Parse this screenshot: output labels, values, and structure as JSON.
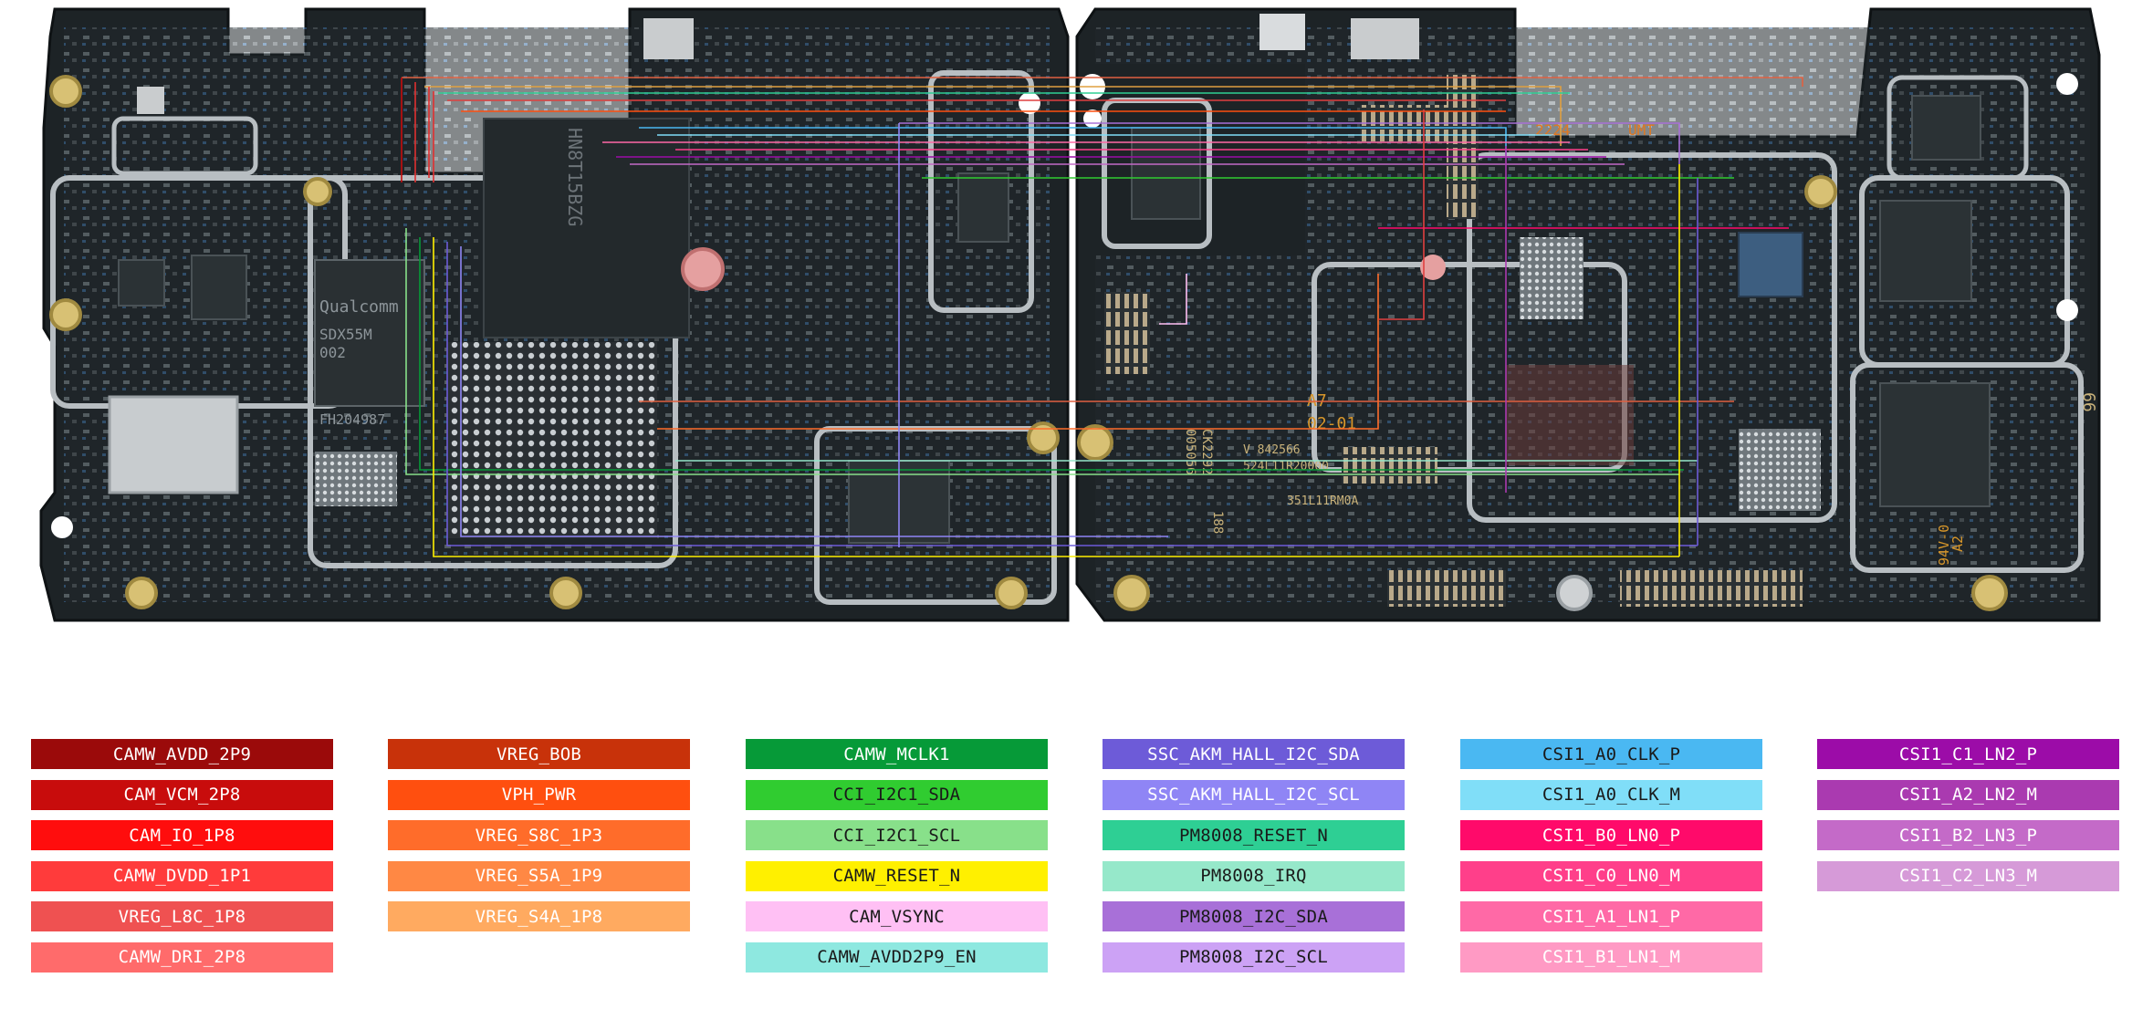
{
  "board": {
    "chip_labels": {
      "left_brand": "Qualcomm",
      "left_modem": "SDX55M",
      "left_modem_code": "002",
      "left_modem_lot": "FH204987",
      "left_mem_code": "HN8T15BZG",
      "upper_mark": "2224",
      "upper_brand": "UMT",
      "rev_a": "A7",
      "rev_b": "02-01",
      "silk_1": "V 842566",
      "silk_2": "524L11R20000",
      "silk_3": "351L11RM0A",
      "silk_4": "CK2292",
      "silk_5": "005056",
      "silk_6": "188",
      "silk_7": "94V-0",
      "silk_8": "A2",
      "silk_9": "66"
    }
  },
  "legend": {
    "columns": [
      [
        {
          "label": "CAMW_AVDD_2P9",
          "color": "#9b0a0a",
          "text_color": "#ffffff"
        },
        {
          "label": "CAM_VCM_2P8",
          "color": "#c80c0c",
          "text_color": "#ffffff"
        },
        {
          "label": "CAM_IO_1P8",
          "color": "#ff0d0d",
          "text_color": "#ffffff"
        },
        {
          "label": "CAMW_DVDD_1P1",
          "color": "#ff3b3b",
          "text_color": "#ffffff"
        },
        {
          "label": "VREG_L8C_1P8",
          "color": "#ef5151",
          "text_color": "#ffffff"
        },
        {
          "label": "CAMW_DRI_2P8",
          "color": "#ff6b6b",
          "text_color": "#ffffff"
        }
      ],
      [
        {
          "label": "VREG_BOB",
          "color": "#c8320a",
          "text_color": "#ffffff"
        },
        {
          "label": "VPH_PWR",
          "color": "#ff4f0f",
          "text_color": "#ffffff"
        },
        {
          "label": "VREG_S8C_1P3",
          "color": "#ff6c2a",
          "text_color": "#ffffff"
        },
        {
          "label": "VREG_S5A_1P9",
          "color": "#ff8844",
          "text_color": "#ffffff"
        },
        {
          "label": "VREG_S4A_1P8",
          "color": "#ffaa60",
          "text_color": "#ffffff"
        }
      ],
      [
        {
          "label": "CAMW_MCLK1",
          "color": "#069a38",
          "text_color": "#ffffff"
        },
        {
          "label": "CCI_I2C1_SDA",
          "color": "#30cc30",
          "text_color": "#1a1a1a"
        },
        {
          "label": "CCI_I2C1_SCL",
          "color": "#88e08a",
          "text_color": "#1a1a1a"
        },
        {
          "label": "CAMW_RESET_N",
          "color": "#fff000",
          "text_color": "#1a1a1a"
        },
        {
          "label": "CAM_VSYNC",
          "color": "#ffc0f4",
          "text_color": "#1a1a1a"
        },
        {
          "label": "CAMW_AVDD2P9_EN",
          "color": "#8ee8e0",
          "text_color": "#1a1a1a"
        }
      ],
      [
        {
          "label": "SSC_AKM_HALL_I2C_SDA",
          "color": "#6d5bd8",
          "text_color": "#ffffff"
        },
        {
          "label": "SSC_AKM_HALL_I2C_SCL",
          "color": "#8f85f5",
          "text_color": "#ffffff"
        },
        {
          "label": "PM8008_RESET_N",
          "color": "#2ecf94",
          "text_color": "#1a1a1a"
        },
        {
          "label": "PM8008_IRQ",
          "color": "#96e8ca",
          "text_color": "#1a1a1a"
        },
        {
          "label": "PM8008_I2C_SDA",
          "color": "#a870d8",
          "text_color": "#1a1a1a"
        },
        {
          "label": "PM8008_I2C_SCL",
          "color": "#cca2f5",
          "text_color": "#1a1a1a"
        }
      ],
      [
        {
          "label": "CSI1_A0_CLK_P",
          "color": "#4ab8f2",
          "text_color": "#1a1a1a"
        },
        {
          "label": "CSI1_A0_CLK_M",
          "color": "#80def8",
          "text_color": "#1a1a1a"
        },
        {
          "label": "CSI1_B0_LN0_P",
          "color": "#ff0a6a",
          "text_color": "#ffffff"
        },
        {
          "label": "CSI1_C0_LN0_M",
          "color": "#ff3f8a",
          "text_color": "#ffffff"
        },
        {
          "label": "CSI1_A1_LN1_P",
          "color": "#ff69a6",
          "text_color": "#ffffff"
        },
        {
          "label": "CSI1_B1_LN1_M",
          "color": "#ff9ac4",
          "text_color": "#ffffff"
        }
      ],
      [
        {
          "label": "CSI1_C1_LN2_P",
          "color": "#9c0ca8",
          "text_color": "#ffffff"
        },
        {
          "label": "CSI1_A2_LN2_M",
          "color": "#aa3ab0",
          "text_color": "#ffffff"
        },
        {
          "label": "CSI1_B2_LN3_P",
          "color": "#c46ac8",
          "text_color": "#ffffff"
        },
        {
          "label": "CSI1_C2_LN3_M",
          "color": "#d69ad8",
          "text_color": "#ffffff"
        }
      ]
    ]
  }
}
